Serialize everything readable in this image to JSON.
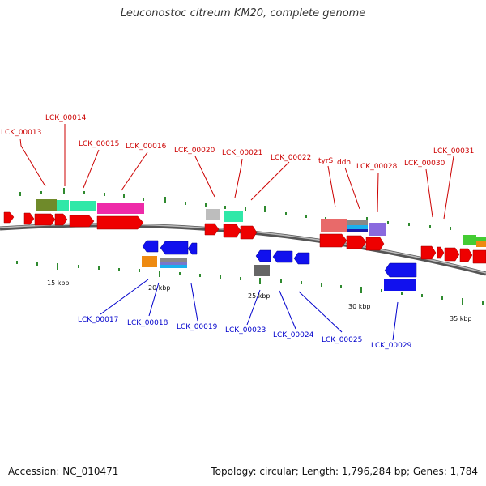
{
  "title": "Leuconostoc citreum KM20, complete genome",
  "footer": {
    "accession": "Accession: NC_010471",
    "summary": "Topology: circular; Length: 1,796,284 bp; Genes: 1,784"
  },
  "colors": {
    "forward_label": "#cc0000",
    "reverse_label": "#0000cc",
    "backbone": "#7a7a7a",
    "tick": "#1a7a1a"
  },
  "scale_labels": [
    "15 kbp",
    "20 kbp",
    "25 kbp",
    "30 kbp",
    "35 kbp"
  ],
  "forward_labels": [
    "LCK_00013",
    "LCK_00014",
    "LCK_00015",
    "LCK_00016",
    "LCK_00020",
    "LCK_00021",
    "LCK_00022",
    "tyrS",
    "ddh",
    "LCK_00028",
    "LCK_00030",
    "LCK_00031"
  ],
  "reverse_labels": [
    "LCK_00017",
    "LCK_00018",
    "LCK_00019",
    "LCK_00023",
    "LCK_00024",
    "LCK_00025",
    "LCK_00029"
  ]
}
